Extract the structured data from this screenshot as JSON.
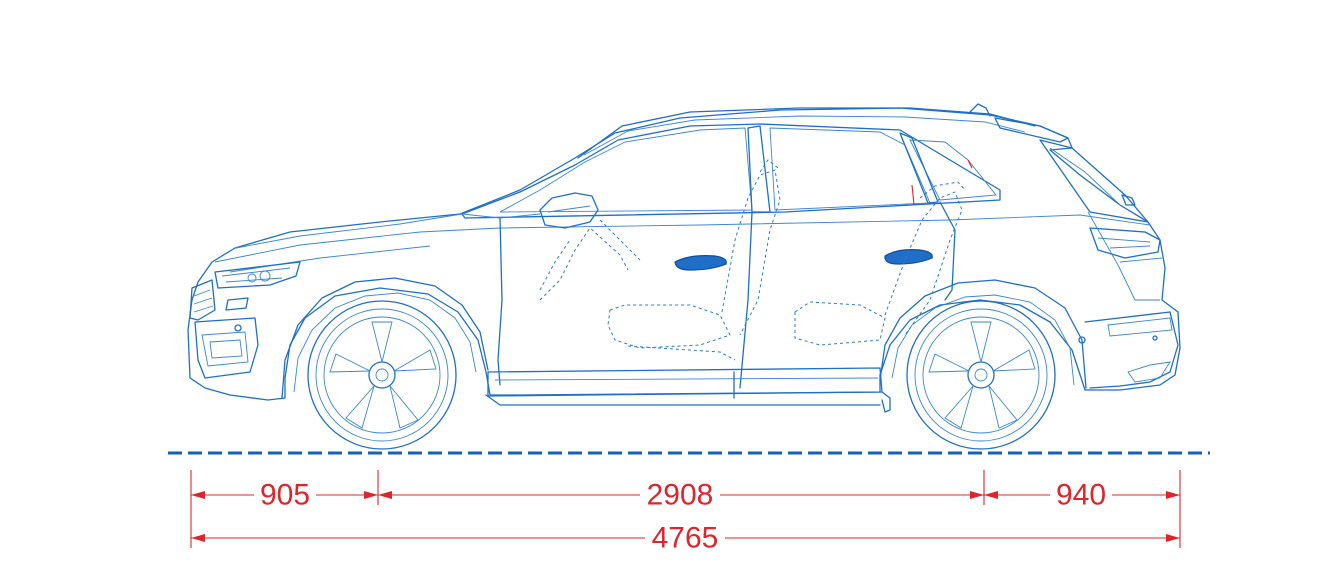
{
  "dimensions": {
    "front_overhang": "905",
    "wheelbase": "2908",
    "rear_overhang": "940",
    "overall_length": "4765"
  },
  "colors": {
    "outline": "#1f6fc8",
    "dimension": "#e0242b",
    "ground_line": "#1560b8"
  }
}
